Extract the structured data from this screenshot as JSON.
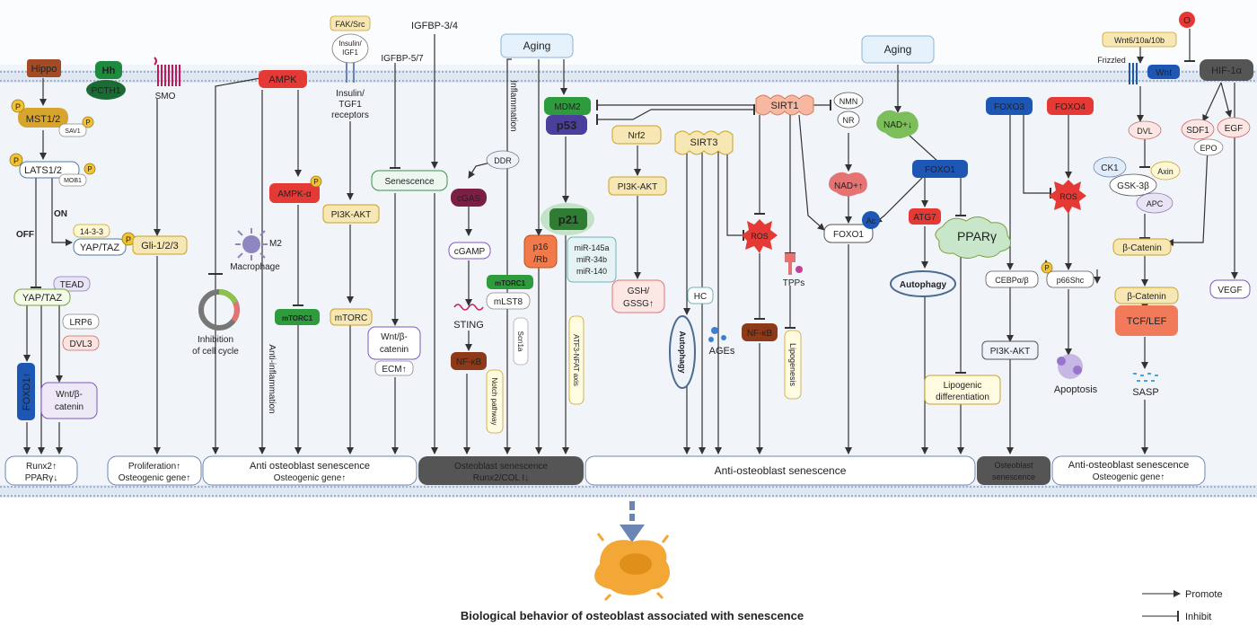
{
  "title": "Biological behavior of osteoblast  associated with senescence",
  "legend": {
    "promote": "Promote",
    "inhibit": "Inhibit"
  },
  "nodes": {
    "hippo": "Hippo",
    "mst": "MST1/2",
    "sav1": "SAV1",
    "lats": "LATS1/2",
    "mob1": "MOB1",
    "on": "ON",
    "off": "OFF",
    "p1433": "14-3-3",
    "yaptaz1": "YAP/TAZ",
    "tead": "TEAD",
    "yaptaz2": "YAP/TAZ",
    "lrp6": "LRP6",
    "dvl3": "DVL3",
    "foxd1": "FOXD1↑",
    "wnt1a": "Wnt/β-",
    "wnt1b": "catenin",
    "runx2": "Runx2↑",
    "ppar1": "PPARγ↓",
    "hh": "Hh",
    "pcth1": "PCTH1",
    "smo": "SMO",
    "gli": "Gli-1/2/3",
    "prolif1": "Proliferation↑",
    "prolif2": "Osteogenic gene↑",
    "faksrc": "FAK/Src",
    "ins1": "Insulin/",
    "ins2": "IGF1",
    "insr1": "Insulin/",
    "insr2": "TGF1",
    "insr3": "receptors",
    "igfbp34": "IGFBP-3/4",
    "igfbp57": "IGFBP-5/7",
    "ampk": "AMPK",
    "ampka": "AMPK-α",
    "mtorc1a": "mTORC1",
    "m2": "M2",
    "macro": "Macrophage",
    "inhib1": "Inhibition",
    "inhib2": "of cell cycle",
    "antiinfl": "Anti-inflammation",
    "pi3k1": "PI3K-AKT",
    "mtorc": "mTORC",
    "senes": "Senescence",
    "wnt2a": "Wnt/β-",
    "wnt2b": "catenin",
    "ecm": "ECM↑",
    "anti1a": "Anti osteoblast senescence",
    "anti1b": "Osteogenic gene↑",
    "aging1": "Aging",
    "infl": "Inflammation",
    "ddr": "DDR",
    "cgas": "cGAS",
    "cgamp": "cGAMP",
    "sting": "STING",
    "nfkb1": "NF-κB",
    "p16a": "p16",
    "p16b": "/Rb",
    "mtorc1b": "mTORC1",
    "mlst8": "mLST8",
    "scn1a": "Scn1a",
    "notch": "Notch pathway",
    "mdm2": "MDM2",
    "p53": "p53",
    "p21": "p21",
    "mir1": "miR-145a",
    "mir2": "miR-34b",
    "mir3": "miR-140",
    "atf": "ATF3-NFAT axis",
    "osen1": "Osteoblast senescence",
    "osen2": "Runx2/COL I↓",
    "nrf2": "Nrf2",
    "pi3k2": "PI3K-AKT",
    "gsh1": "GSH/",
    "gsh2": "GSSG↑",
    "sirt3": "SIRT3",
    "autoph1": "Autophagy",
    "hc": "HC",
    "ages": "AGEs",
    "ros1": "ROS",
    "nfkb2": "NF-κB",
    "sirt1": "SIRT1",
    "nmn": "NMN",
    "nr": "NR",
    "nad1": "NAD+↑",
    "tpps": "TPPs",
    "lipogen": "Lipogenesis",
    "foxo1a": "FOXO1",
    "ac": "Ac",
    "aging2": "Aging",
    "nad2": "NAD+↓",
    "foxo1b": "FOXO1",
    "atg7": "ATG7",
    "autoph2": "Autophagy",
    "ppar2": "PPARγ",
    "lipodiff1": "Lipogenic",
    "lipodiff2": "differentiation",
    "anti2": "Anti-osteoblast senescence",
    "foxo3": "FOXO3",
    "cebp": "CEBPα/β",
    "pi3k3": "PI3K-AKT",
    "osen3a": "Osteoblast",
    "osen3b": "senescence",
    "foxo4": "FOXO4",
    "ros2": "ROS",
    "p66": "p66Shc",
    "apop": "Apoptosis",
    "wnt6": "Wnt6/10a/10b",
    "frizzled": "Frizzled",
    "wnt": "Wnt",
    "dvl": "DVL",
    "ck1": "CK1",
    "axin": "Axin",
    "gsk": "GSK-3β",
    "apc": "APC",
    "bcat1": "β-Catenin",
    "bcat2": "β-Catenin",
    "tcf": "TCF/LEF",
    "sasp": "SASP",
    "o2": "O",
    "hif": "HIF-1α",
    "sdf1": "SDF1",
    "egf": "EGF",
    "epo": "EPO",
    "vegf": "VEGF",
    "anti3a": "Anti-osteoblast senescence",
    "anti3b": "Osteogenic gene↑",
    "p": "P"
  }
}
